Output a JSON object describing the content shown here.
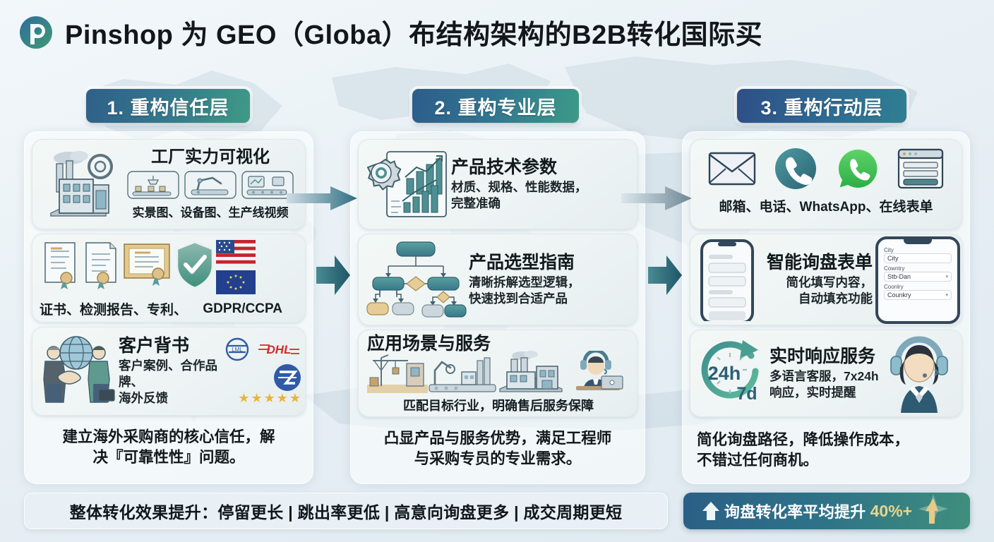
{
  "header": {
    "logo_icon": "pinshop-logo-icon",
    "title": "Pinshop 为 GEO（Globa）布结构架构的B2B转化国际买"
  },
  "stages": [
    {
      "id": "stage-1",
      "label": "1. 重构信任层"
    },
    {
      "id": "stage-2",
      "label": "2. 重构专业层"
    },
    {
      "id": "stage-3",
      "label": "3. 重构行动层"
    }
  ],
  "arrows": {
    "icon": "arrow-right-icon"
  },
  "columns": [
    {
      "id": "column-trust",
      "cards": [
        {
          "id": "card-factory",
          "title": "工厂实力可视化",
          "caption": "实景图、设备图、生产线视频",
          "icons": [
            "factory-icon",
            "gear-icon",
            "conveyor-belt-icon",
            "robot-arm-icon",
            "monitor-line-icon"
          ]
        },
        {
          "id": "card-certificates",
          "caption": "证书、检测报告、专利、",
          "badge": "GDPR/CCPA",
          "icons": [
            "certificate-icon",
            "document-icon",
            "award-certificate-icon",
            "shield-check-icon",
            "us-flag-icon",
            "eu-flag-icon"
          ]
        },
        {
          "id": "card-customer-endorsement",
          "title": "客户背书",
          "subtitle_line1": "客户案例、合作品牌、",
          "subtitle_line2": "海外反馈",
          "logos": [
            "logistics-logo-icon",
            "dhl-logo-icon",
            "shipping-logo-icon"
          ],
          "rating_icon": "five-stars-icon",
          "rating_value": 5,
          "icons": [
            "handshake-icon",
            "globe-icon"
          ]
        }
      ],
      "footer_line1": "建立海外采购商的核心信任，解",
      "footer_line2": "决『可靠性性』问题。"
    },
    {
      "id": "column-professional",
      "cards": [
        {
          "id": "card-tech-params",
          "title": "产品技术参数",
          "subtitle_line1": "材质、规格、性能数据，",
          "subtitle_line2": "完整准确",
          "icons": [
            "gear-icon",
            "bar-chart-icon",
            "trend-up-icon"
          ]
        },
        {
          "id": "card-selection-guide",
          "title": "产品选型指南",
          "subtitle_line1": "清晰拆解选型逻辑，",
          "subtitle_line2": "快速找到合适产品",
          "icons": [
            "flowchart-icon"
          ]
        },
        {
          "id": "card-application-service",
          "title": "应用场景与服务",
          "caption": "匹配目标行业，明确售后服务保障",
          "icons": [
            "construction-crane-icon",
            "robot-factory-icon",
            "factory-icon",
            "support-agent-icon"
          ]
        }
      ],
      "footer_line1": "凸显产品与服务优势，满足工程师",
      "footer_line2": "与采购专员的专业需求。"
    },
    {
      "id": "column-action",
      "cards": [
        {
          "id": "card-contact-channels",
          "caption": "邮箱、电话、WhatsApp、在线表单",
          "icons": [
            "envelope-icon",
            "phone-icon",
            "whatsapp-icon",
            "web-form-icon"
          ]
        },
        {
          "id": "card-smart-inquiry-form",
          "title": "智能询盘表单",
          "subtitle_line1": "简化填写内容，",
          "subtitle_line2": "自动填充功能",
          "icons": [
            "smartphone-icon",
            "smartphone-form-icon"
          ],
          "phone_form": {
            "fields": [
              {
                "label": "City",
                "value": "City",
                "type": "text"
              },
              {
                "label": "Cowntry",
                "value": "Stb-Dan",
                "type": "select"
              },
              {
                "label": "Coonlry",
                "value": "Counkry",
                "type": "select"
              }
            ],
            "chevron_icon": "chevron-down-icon"
          }
        },
        {
          "id": "card-realtime-response",
          "title": "实时响应服务",
          "subtitle_line1": "多语言客服，7x24h",
          "subtitle_line2": "响应，实时提醒",
          "clock_primary": "24h",
          "clock_secondary": "7d",
          "icons": [
            "clock-24h-icon",
            "support-agent-icon"
          ]
        }
      ],
      "footer_line1": "简化询盘路径，降低操作成本，",
      "footer_line2": "不错过任何商机。"
    }
  ],
  "bottom": {
    "summary": "整体转化效果提升：停留更长 | 跳出率更低 | 高意向询盘更多 | 成交周期更短",
    "highlight_prefix": "询盘转化率平均提升",
    "highlight_value": "40%+",
    "up_arrow_icon": "arrow-up-icon",
    "spark_icon": "upward-spark-icon"
  },
  "colors": {
    "brand_teal": "#2f7388",
    "brand_blue": "#2b5f86",
    "brand_green": "#3f9a86",
    "gold": "#ead58a",
    "text_dark": "#13181d"
  }
}
